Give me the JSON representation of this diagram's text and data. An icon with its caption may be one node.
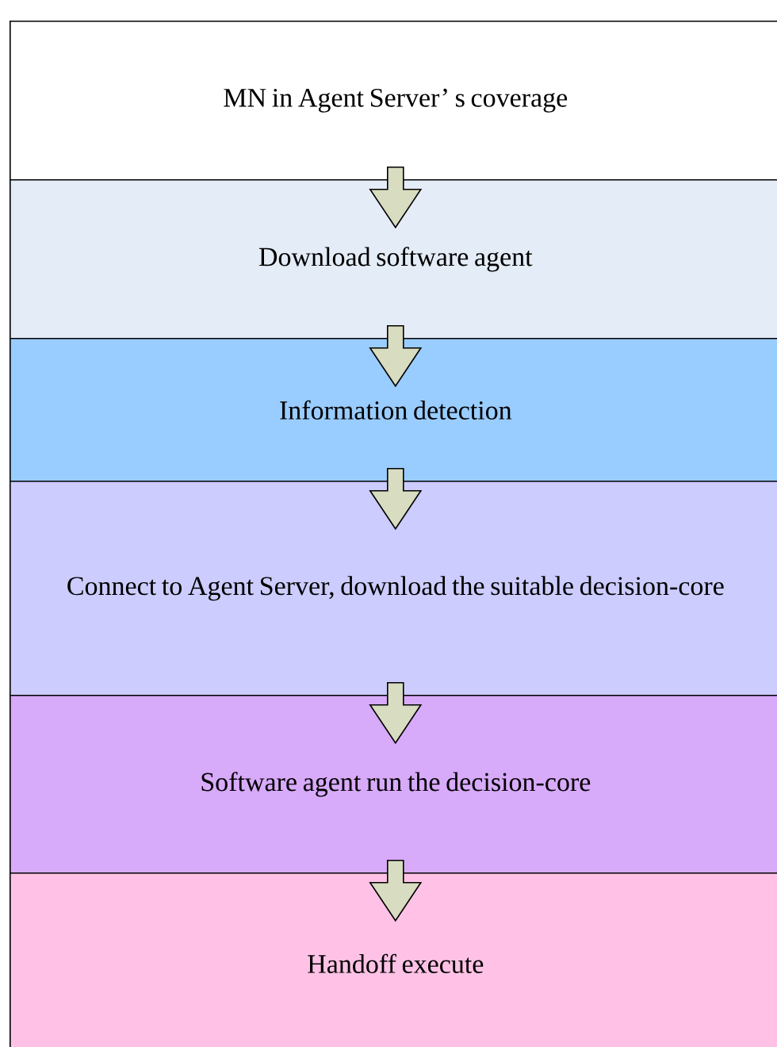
{
  "diagram": {
    "nodes": [
      {
        "text": [
          "MN in Agent Server’ s coverage"
        ]
      },
      {
        "text": [
          "Download software agent"
        ]
      },
      {
        "text": [
          "Information detection"
        ]
      },
      {
        "text": [
          "Connect to Agent Server, download the suitable decision-core"
        ]
      },
      {
        "text": [
          "Software agent run the decision-core"
        ]
      },
      {
        "text": [
          "Handoff execute"
        ]
      }
    ],
    "edges": [
      {
        "from": 0,
        "to": 1,
        "arrow": "to"
      },
      {
        "from": 1,
        "to": 2,
        "arrow": "to"
      },
      {
        "from": 2,
        "to": 3,
        "arrow": "to"
      },
      {
        "from": 3,
        "to": 4,
        "arrow": "to"
      },
      {
        "from": 4,
        "to": 5,
        "arrow": "to"
      }
    ]
  }
}
